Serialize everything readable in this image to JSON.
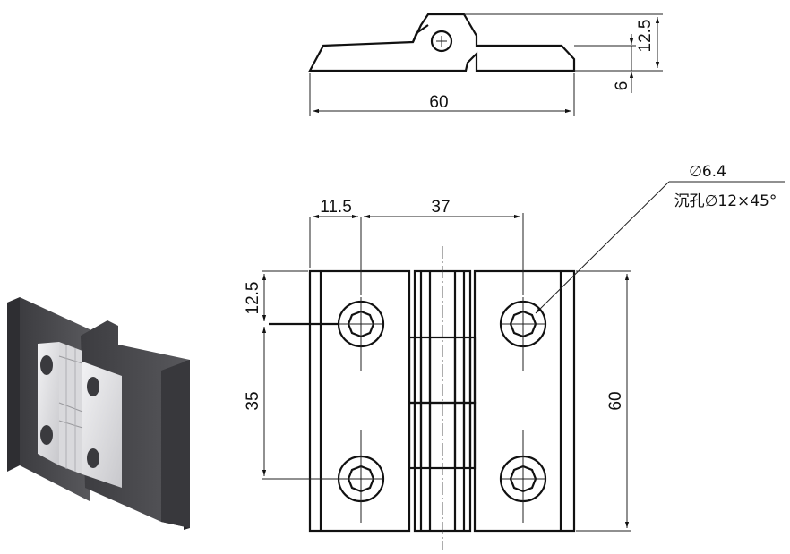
{
  "dimensions": {
    "top_view": {
      "overall_length": "60",
      "total_height": "12.5",
      "plate_thickness": "6"
    },
    "front_view": {
      "edge_to_hole": "11.5",
      "hole_spacing_horizontal": "37",
      "top_to_hole": "12.5",
      "hole_spacing_vertical": "35",
      "overall_height": "60"
    }
  },
  "callout": {
    "hole_diameter": "∅6.4",
    "countersink": "沉孔∅12×45°"
  },
  "colors": {
    "line": "#111111",
    "render_dark": "#4a4a4e",
    "render_light": "#e4e4e6"
  }
}
